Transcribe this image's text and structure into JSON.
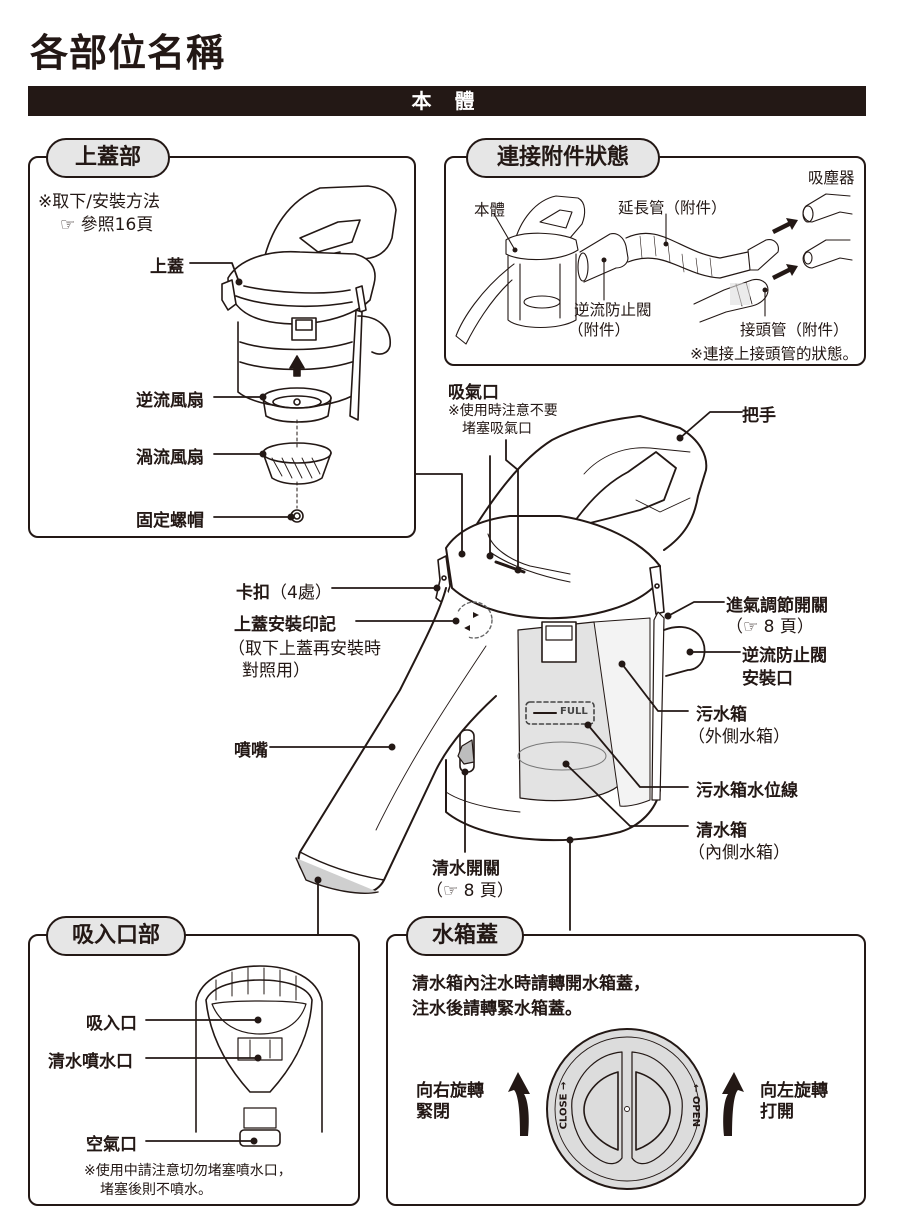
{
  "page": {
    "title": "各部位名稱",
    "banner": "本 體"
  },
  "colors": {
    "ink": "#231815",
    "pill_fill": "#e6e6e6",
    "tank_fill": "#e3e3e3"
  },
  "lid_section": {
    "heading": "上蓋部",
    "note_line1": "※取下/安裝方法",
    "note_ref_icon": "pointing-hand-icon",
    "note_line2": "參照16頁",
    "labels": {
      "lid": "上蓋",
      "backflow_fan": "逆流風扇",
      "vortex_fan": "渦流風扇",
      "fixing_nut": "固定螺帽"
    }
  },
  "accessory_section": {
    "heading": "連接附件狀態",
    "labels": {
      "vacuum": "吸塵器",
      "body": "本體",
      "extension_hose": "延長管（附件）",
      "backflow_valve_line1": "逆流防止閥",
      "backflow_valve_line2": "（附件）",
      "adapter": "接頭管（附件）"
    },
    "note": "※連接上接頭管的狀態。"
  },
  "main_body": {
    "air_intake": "吸氣口",
    "air_intake_note1": "※使用時注意不要",
    "air_intake_note2": "堵塞吸氣口",
    "handle": "把手",
    "latch": "卡扣",
    "latch_count": "（4處）",
    "lid_mark": "上蓋安裝印記",
    "lid_mark_note1": "（取下上蓋再安裝時",
    "lid_mark_note2": "對照用）",
    "nozzle": "噴嘴",
    "intake_switch": "進氣調節開關",
    "intake_switch_ref": "8 頁",
    "valve_port_line1": "逆流防止閥",
    "valve_port_line2": "安裝口",
    "dirty_tank": "污水箱",
    "dirty_tank_note": "（外側水箱）",
    "water_line": "污水箱水位線",
    "clean_tank": "清水箱",
    "clean_tank_note": "（內側水箱）",
    "clean_switch": "清水開關",
    "clean_switch_ref": "8 頁",
    "full_mark": "FULL"
  },
  "suction_section": {
    "heading": "吸入口部",
    "labels": {
      "suction_port": "吸入口",
      "spray_port": "清水噴水口",
      "air_port": "空氣口"
    },
    "note_line1": "※使用中請注意切勿堵塞噴水口，",
    "note_line2": "堵塞後則不噴水。"
  },
  "cap_section": {
    "heading": "水箱蓋",
    "instruction_line1": "清水箱內注水時請轉開水箱蓋，",
    "instruction_line2": "注水後請轉緊水箱蓋。",
    "close_line1": "向右旋轉",
    "close_line2": "緊閉",
    "open_line1": "向左旋轉",
    "open_line2": "打開",
    "cap_close": "CLOSE",
    "cap_open": "OPEN"
  }
}
